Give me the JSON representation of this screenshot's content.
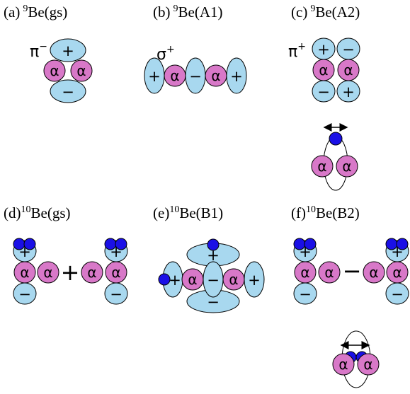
{
  "colors": {
    "orbital": "#a8d8ef",
    "alpha": "#d878c8",
    "neutron": "#1a10e6",
    "stroke": "#000000"
  },
  "symbols": {
    "alpha": "α",
    "plus": "+",
    "minus": "−",
    "pi_minus": "π",
    "pi_minus_sup": "−",
    "sigma_plus": "σ",
    "sigma_plus_sup": "+",
    "pi_plus": "π",
    "pi_plus_sup": "+",
    "combine_plus": "+",
    "combine_minus": "−"
  },
  "panels": {
    "a": {
      "prefix": "(a)",
      "sup": "9",
      "name": "Be(gs)"
    },
    "b": {
      "prefix": "(b)",
      "sup": "9",
      "name": "Be(A1)"
    },
    "c": {
      "prefix": "(c)",
      "sup": "9",
      "name": "Be(A2)"
    },
    "d": {
      "prefix": "(d)",
      "sup": "10",
      "name": "Be(gs)"
    },
    "e": {
      "prefix": "(e)",
      "sup": "10",
      "name": "Be(B1)"
    },
    "f": {
      "prefix": "(f)",
      "sup": "10",
      "name": "Be(B2)"
    }
  }
}
